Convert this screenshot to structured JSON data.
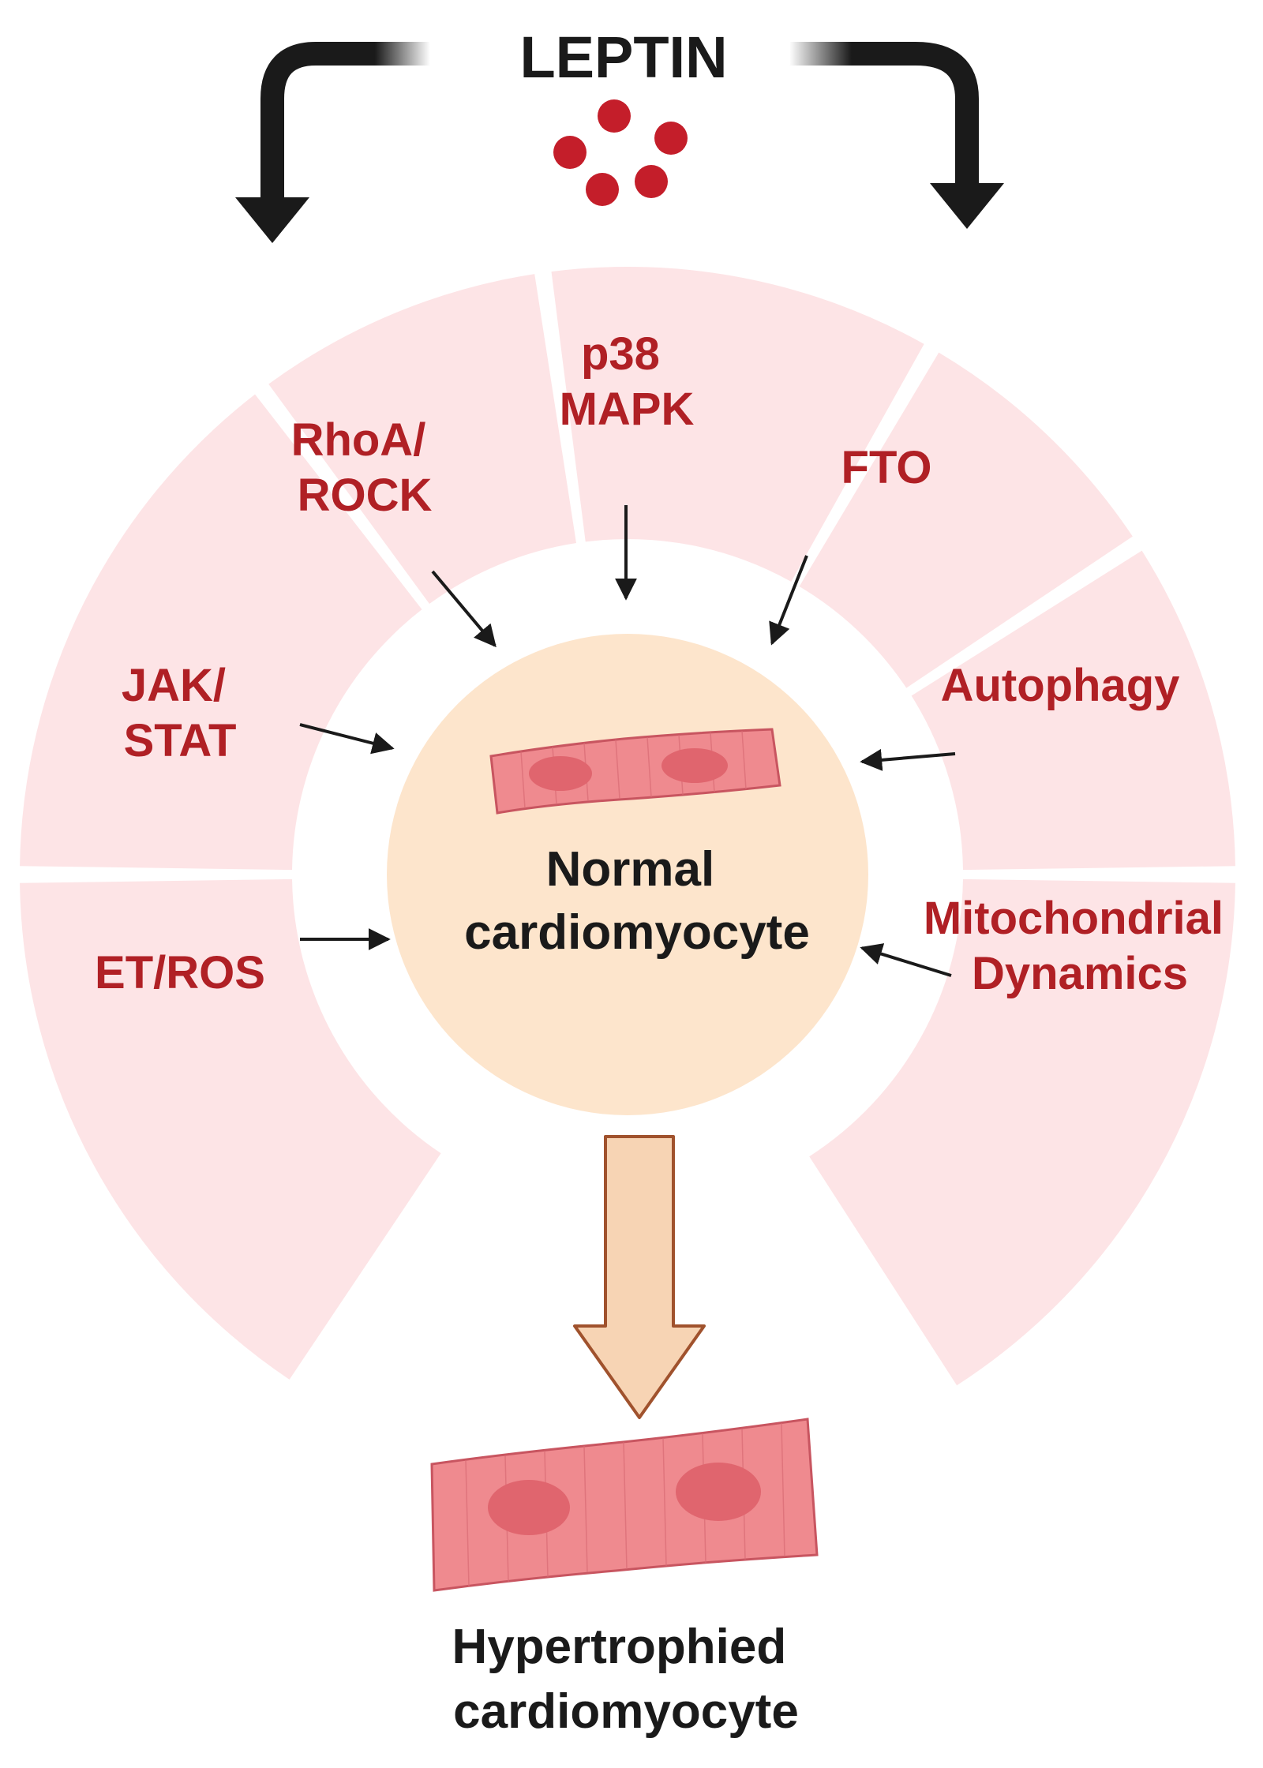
{
  "title": "LEPTIN",
  "segments": [
    {
      "id": "et-ros",
      "lines": [
        "ET/ROS"
      ]
    },
    {
      "id": "jak-stat",
      "lines": [
        "JAK/",
        "STAT"
      ]
    },
    {
      "id": "rhoa-rock",
      "lines": [
        "RhoA/",
        "ROCK"
      ]
    },
    {
      "id": "p38-mapk",
      "lines": [
        "p38",
        "MAPK"
      ]
    },
    {
      "id": "fto",
      "lines": [
        "FTO"
      ]
    },
    {
      "id": "autophagy",
      "lines": [
        "Autophagy"
      ]
    },
    {
      "id": "mitochondrial-dynamics",
      "lines": [
        "Mitochondrial",
        "Dynamics"
      ]
    }
  ],
  "center": {
    "lines": [
      "Normal",
      "cardiomyocyte"
    ]
  },
  "result": {
    "lines": [
      "Hypertrophied",
      "cardiomyocyte"
    ]
  },
  "colors": {
    "segment_fill": "#fde4e6",
    "segment_text": "#b02025",
    "circle_fill": "#fde5cc",
    "cell_fill": "#ef8a8f",
    "cell_stroke": "#c85560",
    "nucleus_fill": "#e0656e",
    "big_arrow_fill": "#f7d4b4",
    "big_arrow_stroke": "#a0522d",
    "leptin_dot": "#c41e2a",
    "dark": "#1a1a1a"
  }
}
